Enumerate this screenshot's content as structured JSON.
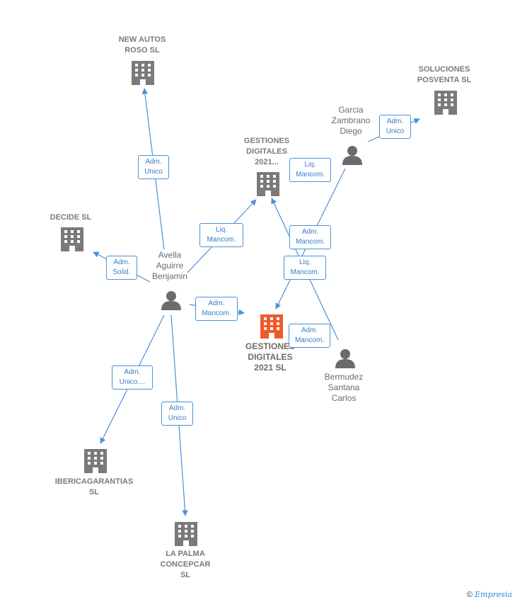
{
  "nodes": {
    "new_autos": "NEW AUTOS\nROSO SL",
    "soluciones": "SOLUCIONES\nPOSVENTA  SL",
    "gestiones_top": "GESTIONES\nDIGITALES\n2021...",
    "decide": "DECIDE SL",
    "gestiones_main": "GESTIONES\nDIGITALES\n2021  SL",
    "ibericagarantias": "IBERICAGARANTIAS\nSL",
    "la_palma": "LA PALMA\nCONCEPCAR\nSL",
    "avella": "Avella\nAguirre\nBenjamin",
    "garcia": "Garcia\nZambrano\nDiego",
    "bermudez": "Bermudez\nSantana\nCarlos"
  },
  "edges": {
    "avella_newautos": "Adm.\nUnico",
    "avella_decide": "Adm.\nSolid.",
    "avella_gestiones_top": "Liq.\nMancom.",
    "avella_main": "Adm.\nMancom.",
    "avella_iberica": "Adm.\nUnico,...",
    "avella_lapalma": "Adm.\nUnico",
    "garcia_soluciones": "Adm.\nUnico",
    "garcia_gestiones_top": "Liq.\nMancom.",
    "garcia_main": "Adm.\nMancom.",
    "bermudez_gestiones_top": "Liq.\nMancom.",
    "bermudez_main": "Adm.\nMancom."
  },
  "colors": {
    "company": "#7a7a7a",
    "main_company": "#f05a2a",
    "person": "#6b6b6b",
    "edge": "#4a90d9"
  },
  "footer": {
    "copyright": "©",
    "brand": "Empresia"
  }
}
